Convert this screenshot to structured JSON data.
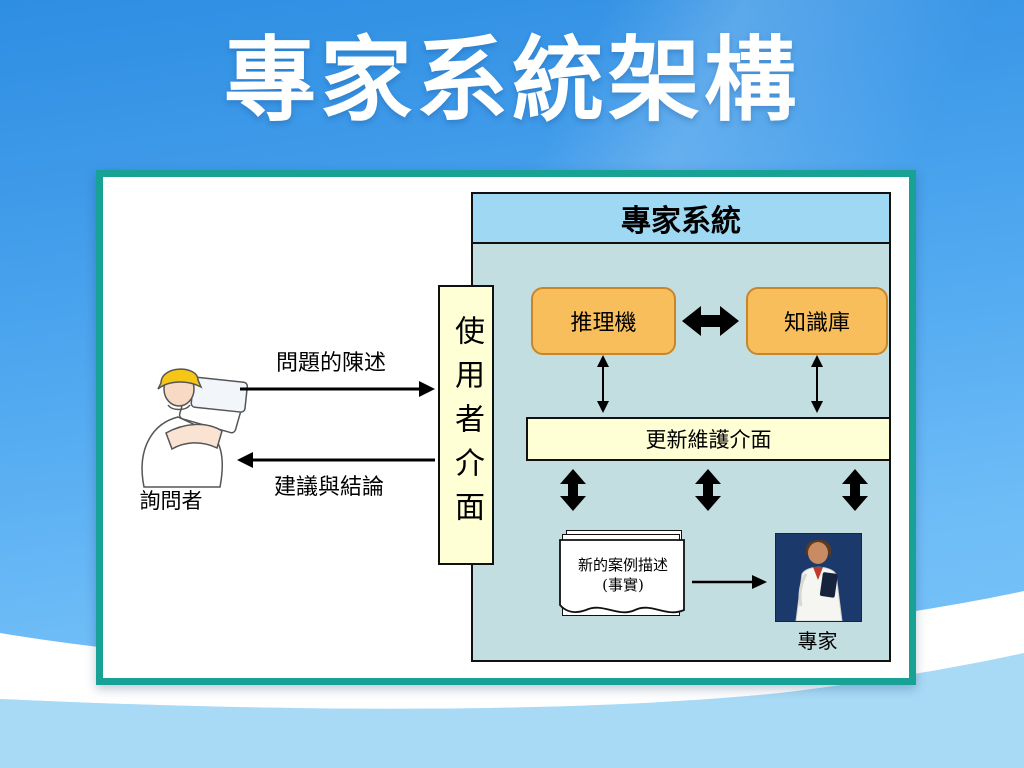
{
  "slide": {
    "title": "專家系統架構"
  },
  "colors": {
    "background_top": "#2e8ee2",
    "background_bottom": "#7cc5f9",
    "wave_white": "#ffffff",
    "wave_light_blue": "#a8daf6",
    "frame_border": "#17a295",
    "panel_header_blue": "#9fd8f3",
    "panel_body_teal": "#c3dee0",
    "box_orange": "#f9be5c",
    "box_orange_border": "#c8862a",
    "box_cream": "#ffffd6",
    "expert_photo_bg": "#1b3a6b",
    "arrow_color": "#000000"
  },
  "diagram": {
    "expert_system": {
      "title": "專家系統",
      "inference_engine": "推理機",
      "knowledge_base": "知識庫",
      "update_interface": "更新維護介面",
      "case_document": {
        "line1": "新的案例描述",
        "line2": "(事實)"
      },
      "expert_label": "專家"
    },
    "user_interface_label": "使用者介面",
    "inquirer_label": "詢問者",
    "problem_arrow_label": "問題的陳述",
    "conclusion_arrow_label": "建議與結論"
  }
}
